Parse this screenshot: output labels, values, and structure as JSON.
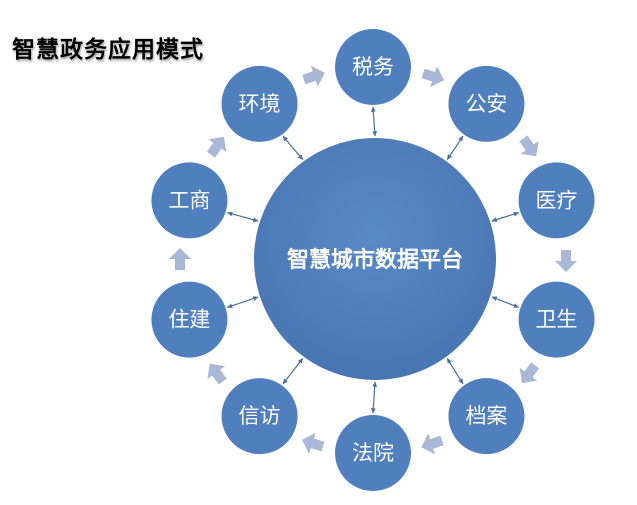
{
  "title": "智慧政务应用模式",
  "center": {
    "label": "智慧城市数据平台"
  },
  "nodes": [
    "税务",
    "公安",
    "医疗",
    "卫生",
    "档案",
    "法院",
    "信访",
    "住建",
    "工商",
    "环境"
  ],
  "colors": {
    "circle": "#4f7fbd",
    "circle_edge": "#3f6ea8",
    "flow_arrow": "#a8b8d6",
    "connector": "#4a6fa0"
  }
}
